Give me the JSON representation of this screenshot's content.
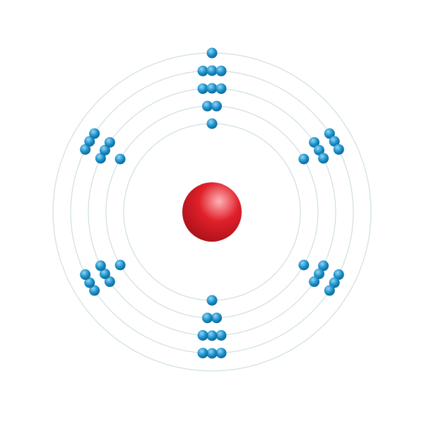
{
  "diagram": {
    "type": "bohr-model",
    "shell_count": 5,
    "shell_electrons": [
      2,
      8,
      18,
      18,
      1
    ],
    "total_electrons": 47,
    "colors": {
      "background": "#ffffff",
      "orbit": "#cfdfe2",
      "nucleus": "#e0202a",
      "nucleus_highlight": "#ffb3b6",
      "electron": "#1a8fc8",
      "electron_highlight": "#8fd6f5",
      "electron_shadow": "#0b5f8e"
    }
  }
}
